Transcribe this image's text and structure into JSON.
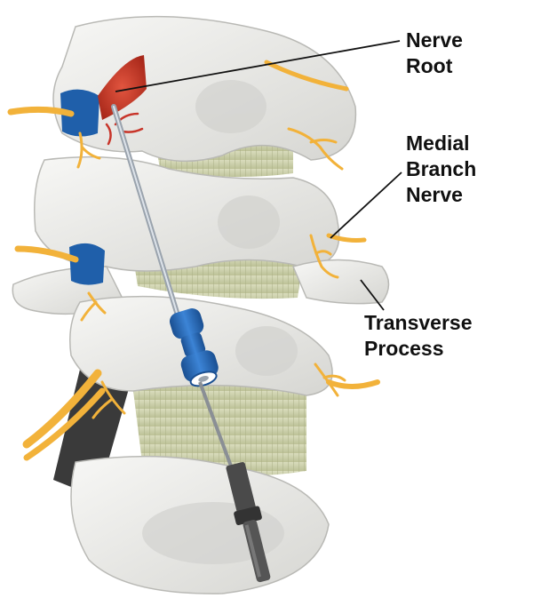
{
  "labels": {
    "nerve_root": [
      "Nerve",
      "Root"
    ],
    "medial_branch_nerve": [
      "Medial",
      "Branch",
      "Nerve"
    ],
    "transverse_process": [
      "Transverse",
      "Process"
    ]
  },
  "colors": {
    "bone": "#ececea",
    "bone_shadow": "#c9c9c6",
    "disc": "#cfd3b0",
    "nerve": "#f2b23a",
    "blue_sleeve": "#1f5faa",
    "needle_handle": "#2b6fbf",
    "needle_shaft": "#9aa3ad",
    "probe": "#4a4a4a",
    "nerve_root_red": "#d4402e",
    "leader_line": "#111111"
  }
}
